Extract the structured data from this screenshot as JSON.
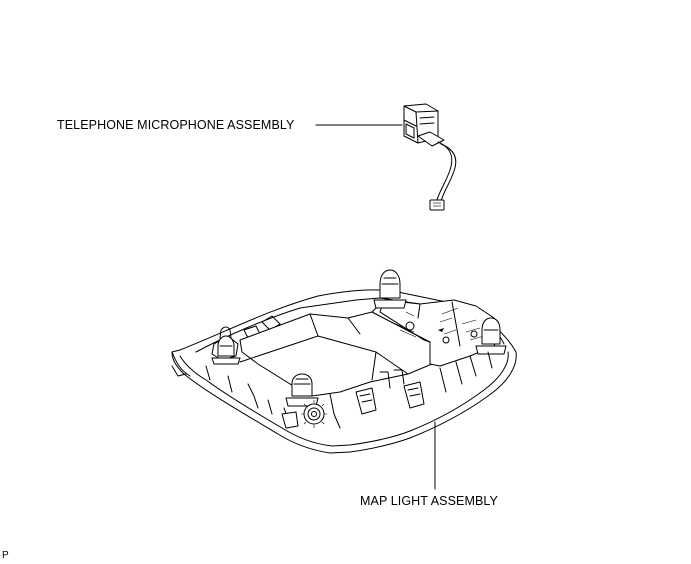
{
  "labels": {
    "telephone_microphone": "TELEPHONE MICROPHONE ASSEMBLY",
    "map_light": "MAP LIGHT ASSEMBLY",
    "figure_code": "P"
  }
}
